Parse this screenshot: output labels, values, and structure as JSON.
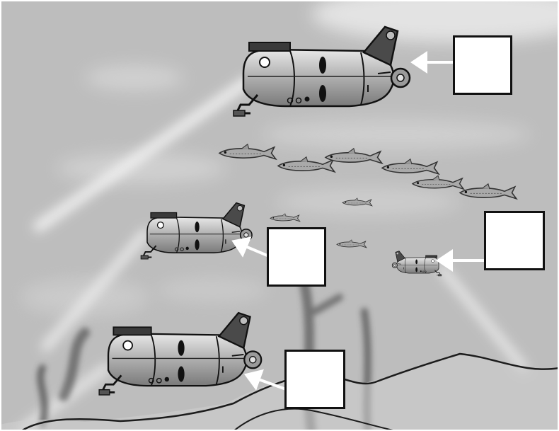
{
  "scene": {
    "background": "#bdbdbd",
    "water_light": "#e6e6e6",
    "seafloor_dark": "#2a2a2a",
    "submarine_body": "#9e9e9e",
    "submarine_dark": "#3c3c3c",
    "beam": "#f2f2f2",
    "arrow_color": "#ffffff",
    "fish_color": "#a8a8a8"
  },
  "labels": [
    {
      "id": "label-1",
      "text": ""
    },
    {
      "id": "label-2",
      "text": ""
    },
    {
      "id": "label-3",
      "text": ""
    },
    {
      "id": "label-4",
      "text": ""
    }
  ]
}
